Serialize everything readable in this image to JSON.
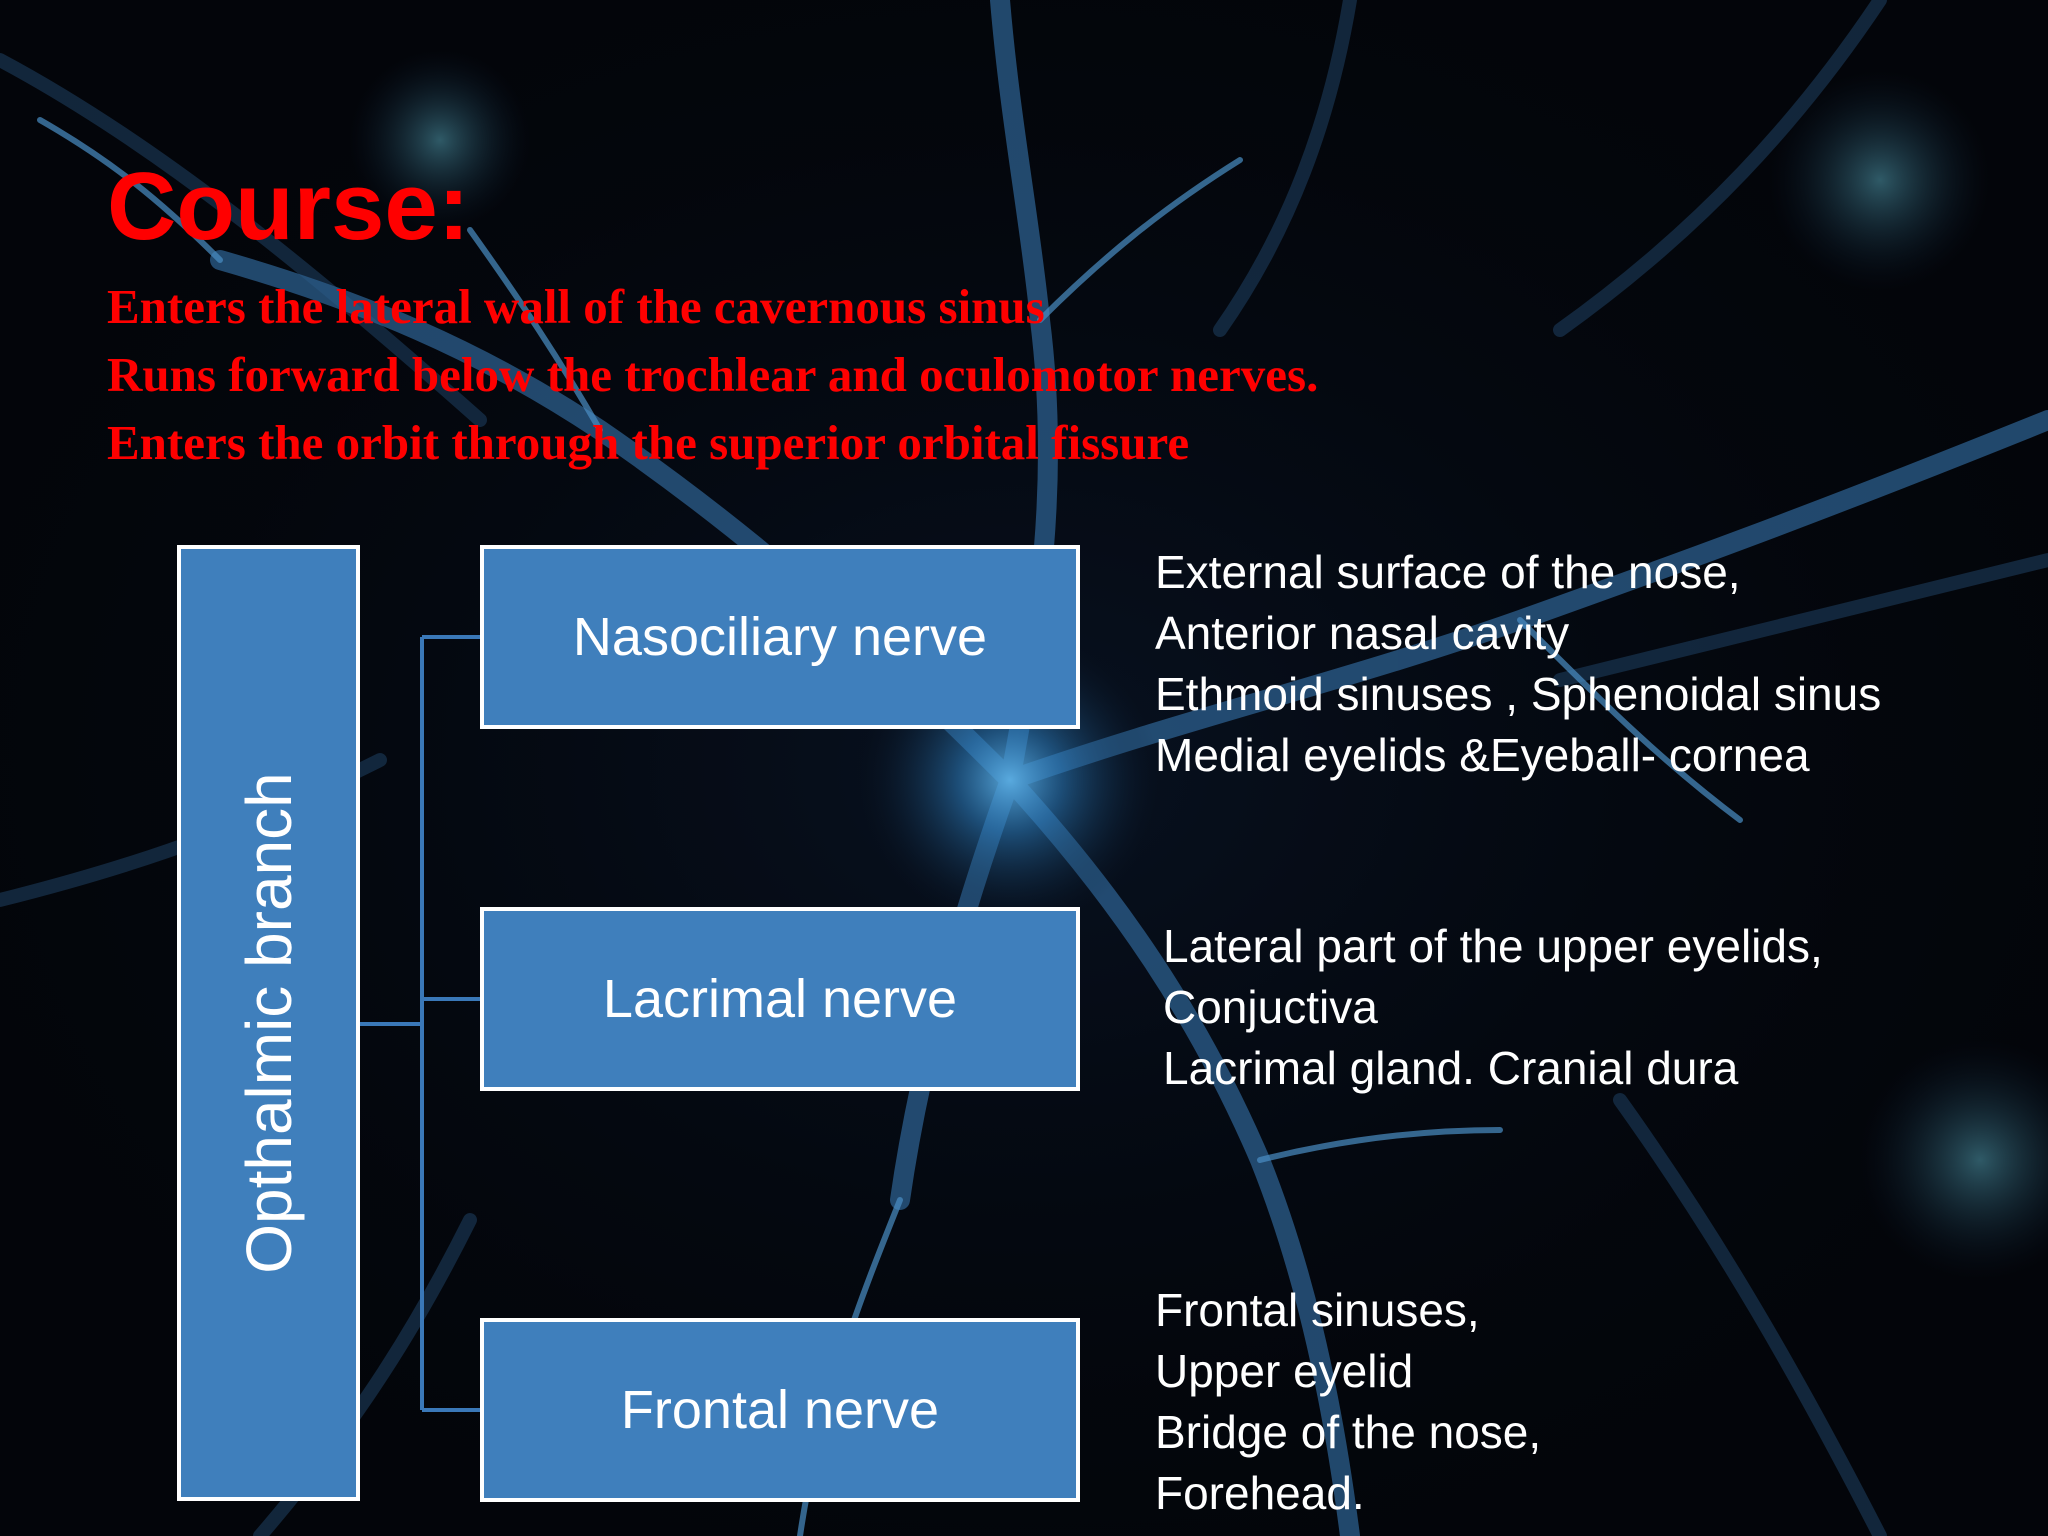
{
  "colors": {
    "title": "#ff0000",
    "box_fill": "#3f7fbc",
    "box_border": "#ffffff",
    "connector": "#3a78b8",
    "text_light": "#ffffff",
    "background": "#04060c"
  },
  "title": "Course:",
  "course_lines": [
    "Enters the lateral wall of the cavernous sinus",
    "Runs forward below the trochlear and oculomotor nerves.",
    "Enters the orbit through the superior orbital fissure"
  ],
  "diagram": {
    "root_label": "Opthalmic branch",
    "branches": [
      {
        "label": "Nasociliary nerve",
        "supplies": [
          "External surface of the nose,",
          "Anterior nasal cavity",
          "Ethmoid sinuses , Sphenoidal sinus",
          "Medial eyelids &Eyeball- cornea"
        ]
      },
      {
        "label": "Lacrimal nerve",
        "supplies": [
          "Lateral part of the upper eyelids,",
          "Conjuctiva",
          "Lacrimal gland. Cranial dura"
        ]
      },
      {
        "label": "Frontal nerve",
        "supplies": [
          "Frontal sinuses,",
          "Upper eyelid",
          "Bridge of the nose,",
          "Forehead."
        ]
      }
    ]
  }
}
